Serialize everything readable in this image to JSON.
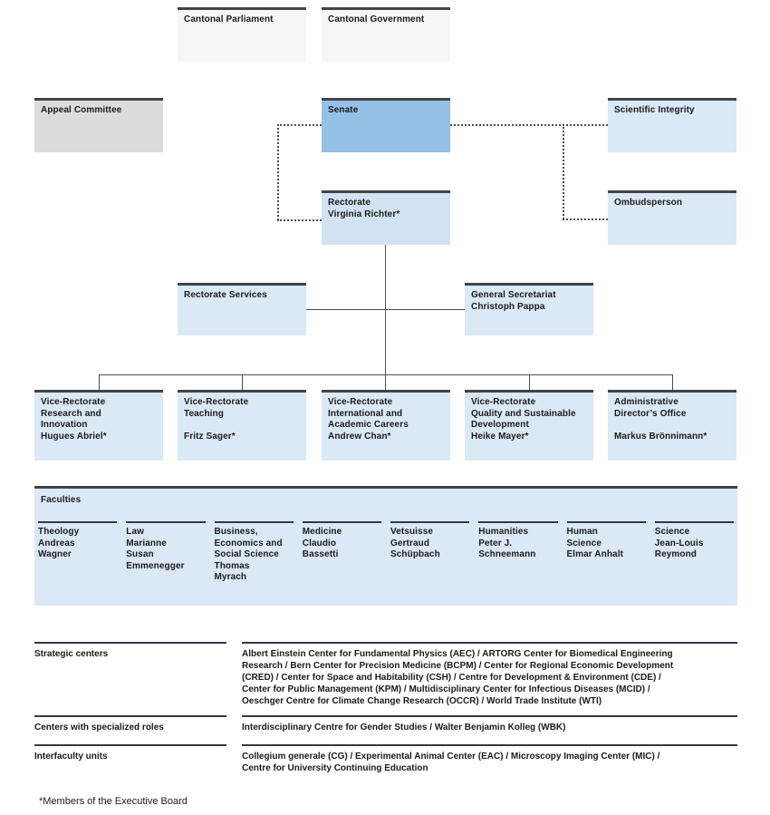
{
  "colors": {
    "senate_blue": "#95c1e6",
    "light_blue": "#dbe8f6",
    "rectorate_blue": "#d2e2f2",
    "appeal_gray": "#dcdcdc",
    "cantonal_pale_gray": "#f6f6f6",
    "border_dark": "#3e444b",
    "line_gray": "#4d4d4d"
  },
  "boxes": {
    "cantonal_parliament": "Cantonal Parliament",
    "cantonal_government": "Cantonal Government",
    "appeal_committee": "Appeal Committee",
    "senate": "Senate",
    "scientific_integrity": "Scientific Integrity",
    "rectorate": "Rectorate\nVirginia Richter*",
    "ombudsperson": "Ombudsperson",
    "rectorate_services": "Rectorate Services",
    "general_secretariat": "General Secretariat\nChristoph Pappa",
    "vice_rectorates": [
      "Vice-Rectorate\nResearch and\nInnovation\nHugues Abriel*",
      "Vice-Rectorate\nTeaching\n\nFritz Sager*",
      "Vice-Rectorate\nInternational and\nAcademic Careers\nAndrew Chan*",
      "Vice-Rectorate\nQuality and Sustainable\nDevelopment\nHeike Mayer*",
      "Administrative\nDirector’s Office\n\nMarkus Brönnimann*"
    ],
    "faculties_label": "Faculties",
    "faculties": [
      "Theology\nAndreas\nWagner",
      "Law\nMarianne\nSusan\nEmmenegger",
      "Business,\nEconomics and\nSocial Science\nThomas\nMyrach",
      "Medicine\nClaudio\nBassetti",
      "Vetsuisse\nGertraud\nSchüpbach",
      "Humanities\nPeter J.\nSchneemann",
      "Human\nScience\nElmar Anhalt",
      "Science\nJean-Louis\nReymond"
    ]
  },
  "bottom_rows": [
    {
      "label": "Strategic centers",
      "content": "Albert Einstein Center for Fundamental Physics (AEC) / ARTORG Center for Biomedical Engineering\nResearch / Bern Center for Precision Medicine (BCPM) / Center for Regional Economic Development\n(CRED) / Center for Space and Habitability (CSH) / Centre for Development & Environment (CDE) /\nCenter for Public Management (KPM) / Multidisciplinary Center for Infectious Diseases (MCID) /\nOeschger Centre for Climate Change Research (OCCR) / World Trade Institute (WTI)"
    },
    {
      "label": "Centers with specialized roles",
      "content": "Interdisciplinary Centre for Gender Studies / Walter Benjamin Kolleg (WBK)"
    },
    {
      "label": "Interfaculty units",
      "content": "Collegium generale (CG) / Experimental Animal Center (EAC) / Microscopy Imaging Center (MIC) /\nCentre for University Continuing Education"
    }
  ],
  "footnote": "*Members of the Executive Board"
}
